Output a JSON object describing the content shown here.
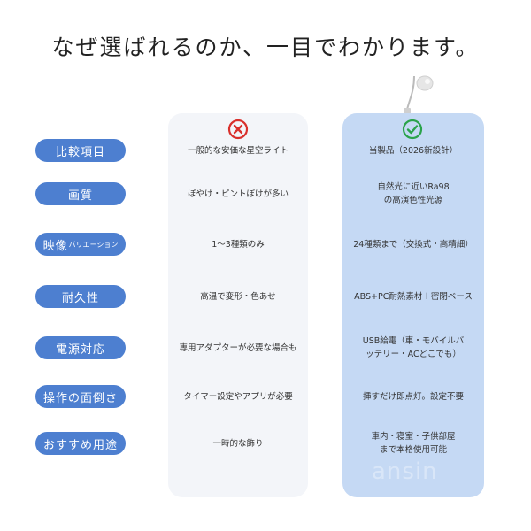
{
  "headline": "なぜ選ばれるのか、一目でわかります。",
  "columns": {
    "generic": {
      "icon": "x-circle-icon",
      "color": "#d9302c"
    },
    "ours": {
      "icon": "check-circle-icon",
      "color": "#2aa34a"
    }
  },
  "rows": [
    {
      "label": "比較項目",
      "generic": "一般的な安価な星空ライト",
      "ours": "当製品（2026新設計）"
    },
    {
      "label": "画質",
      "generic": "ぼやけ・ピントぼけが多い",
      "ours": "自然光に近いRa98\nの高演色性光源"
    },
    {
      "label": "映像",
      "label_sub": "バリエーション",
      "generic": "1〜3種類のみ",
      "ours": "24種類まで（交換式・高精細）"
    },
    {
      "label": "耐久性",
      "generic": "高温で変形・色あせ",
      "ours": "ABS+PC耐熱素材＋密閉ベース"
    },
    {
      "label": "電源対応",
      "generic": "専用アダプターが必要な場合も",
      "ours": "USB給電（車・モバイルバ\nッテリー・ACどこでも）"
    },
    {
      "label": "操作の面倒さ",
      "generic": "タイマー設定やアプリが必要",
      "ours": "挿すだけ即点灯。設定不要"
    },
    {
      "label": "おすすめ用途",
      "generic": "一時的な飾り",
      "ours": "車内・寝室・子供部屋\nまで本格使用可能"
    }
  ],
  "watermark": "ansin",
  "colors": {
    "pill": "#4d7fd0",
    "ours_bg": "#c5d9f4",
    "generic_bg": "#f3f5f9"
  }
}
